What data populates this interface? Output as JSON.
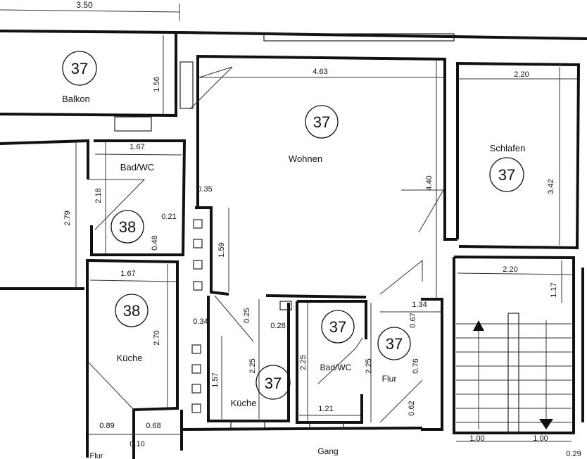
{
  "plan": {
    "top_dimension": "3.50",
    "rooms": {
      "balkon": {
        "name": "Balkon",
        "unit": "37",
        "dims": [
          "1.56"
        ]
      },
      "wohnen": {
        "name": "Wohnen",
        "unit": "37",
        "dims": [
          "4.63",
          "4.40"
        ]
      },
      "schlafen": {
        "name": "Schlafen",
        "unit": "37",
        "dims": [
          "2.20",
          "3.42"
        ]
      },
      "bad_top": {
        "name": "Bad/WC",
        "unit": "38",
        "dims": [
          "1.67",
          "2.18",
          "2.79",
          "0.21",
          "0.48",
          "0.35",
          "1.59"
        ]
      },
      "kueche_left": {
        "name": "Küche",
        "unit": "38",
        "dims": [
          "1.67",
          "2.70",
          "0.89",
          "0.68",
          "0.10"
        ]
      },
      "flur_left": {
        "name": "Flur"
      },
      "kueche_mid": {
        "name": "Küche",
        "unit": "37",
        "dims": [
          "0.34",
          "0.25",
          "0.28",
          "2.25",
          "1.57"
        ]
      },
      "bad_mid": {
        "name": "Bad/WC",
        "unit": "37",
        "dims": [
          "2.25",
          "1.21",
          "2.25"
        ]
      },
      "flur_mid": {
        "name": "Flur",
        "unit": "37",
        "dims": [
          "1.34",
          "0.67",
          "0.76",
          "0.62"
        ]
      },
      "stair": {
        "dims": [
          "2.20",
          "1.17",
          "1.00",
          "1.00",
          "0.29"
        ]
      },
      "gang": {
        "name": "Gang"
      }
    }
  }
}
